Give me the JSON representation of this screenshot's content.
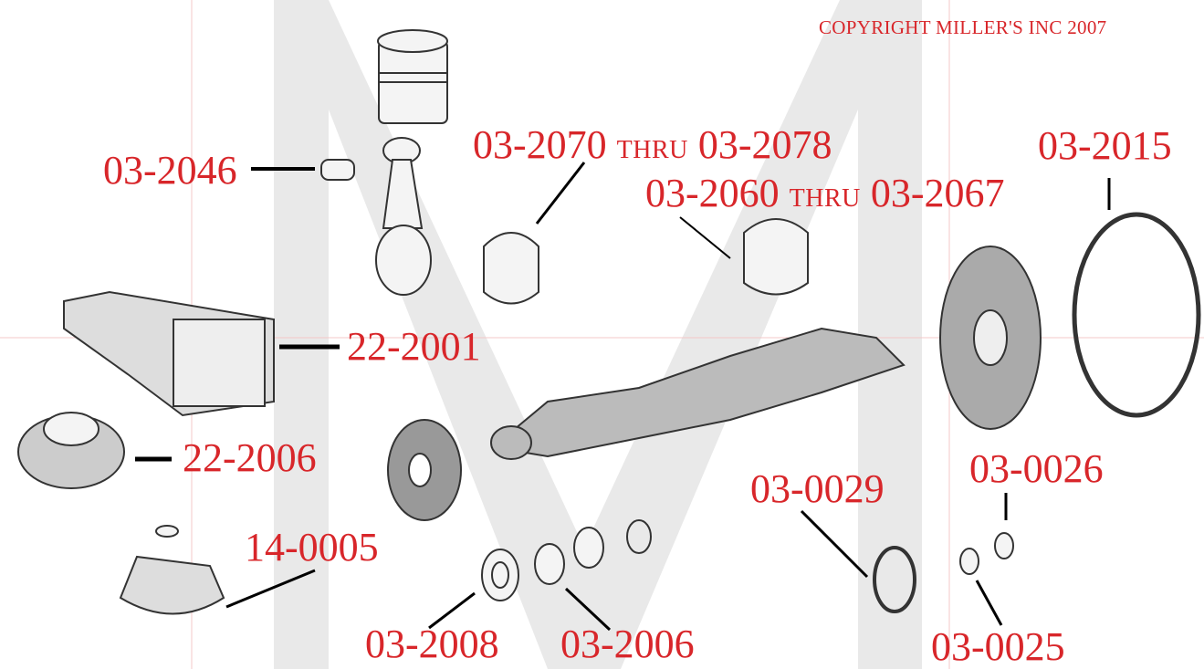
{
  "copyright": "COPYRIGHT MILLER'S INC 2007",
  "watermark": "M",
  "colors": {
    "label": "#d8262a",
    "leader": "#000000",
    "part": "#555555",
    "watermark": "#d9d9d9"
  },
  "labels": {
    "wrist_pin_bush": "03-2046",
    "conrod_bearings": {
      "from": "03-2070",
      "thru": "THRU",
      "to": "03-2078"
    },
    "main_bearings": {
      "from": "03-2060",
      "thru": "THRU",
      "to": "03-2067"
    },
    "ring_gear": "03-2015",
    "engine_mount_bracket": "22-2001",
    "engine_mount": "22-2006",
    "oil_pan_cap": "14-0005",
    "seal_a": "03-0029",
    "part_0026": "03-0026",
    "part_2008": "03-2008",
    "part_2006": "03-2006",
    "part_0025": "03-0025"
  }
}
